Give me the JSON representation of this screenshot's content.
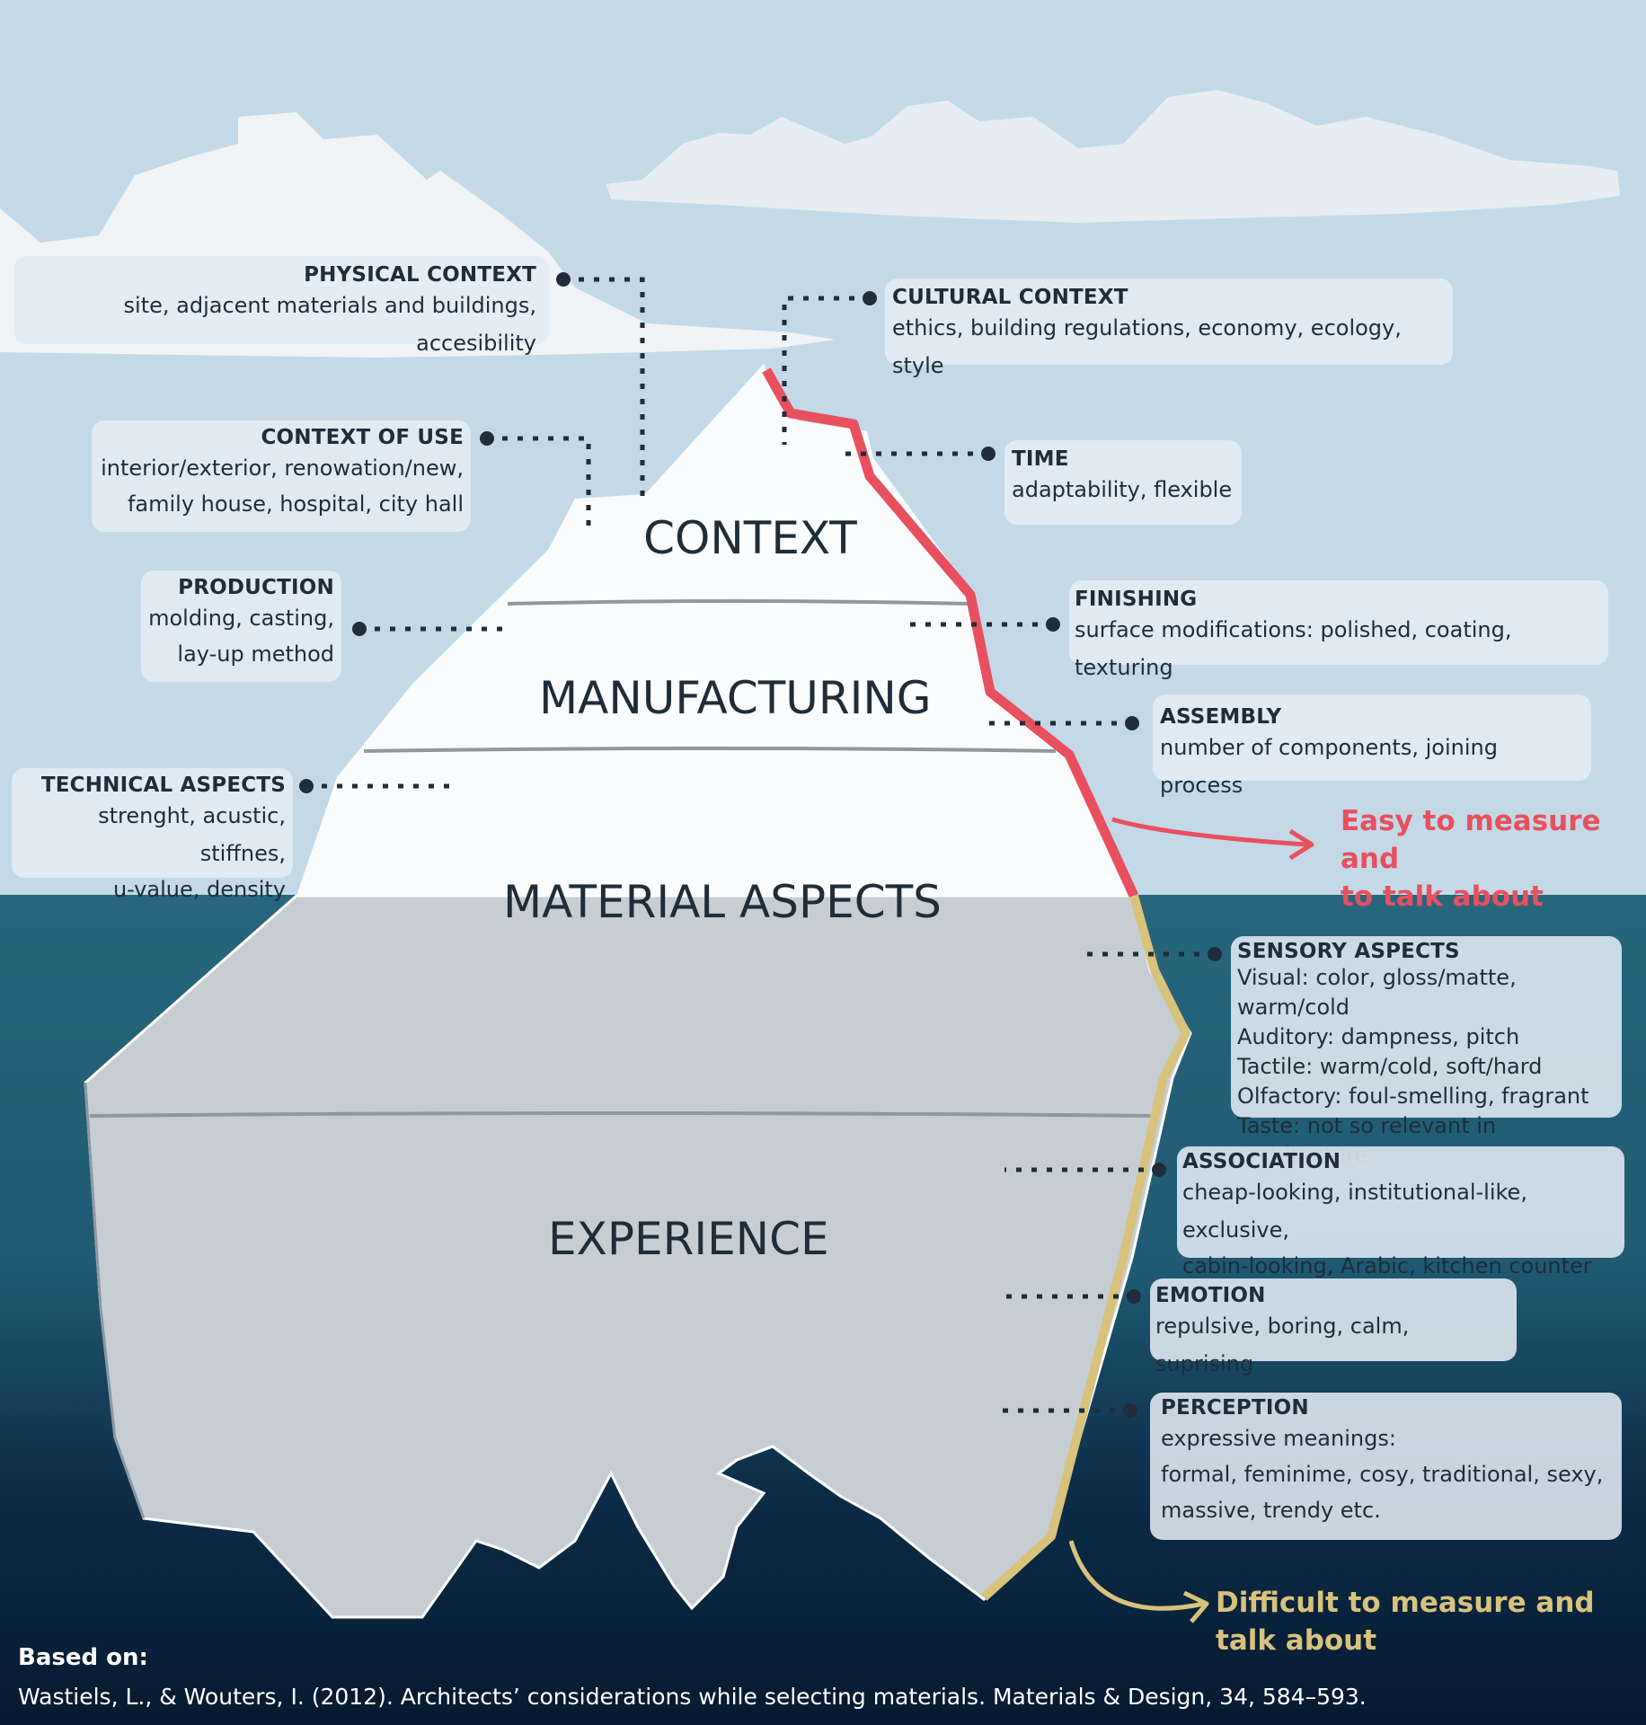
{
  "colors": {
    "sky": "#c3d9e8",
    "water_top": "#27667c",
    "water_deep": "#061a30",
    "ice_above": "#fbfcfd",
    "ice_below": "#c6ced3",
    "easy_line": "#e8505f",
    "difficult_line": "#d8c27c",
    "text_dark": "#1f2d3a"
  },
  "layers": {
    "context": "CONTEXT",
    "manufacturing": "MANUFACTURING",
    "material": "MATERIAL ASPECTS",
    "experience": "EXPERIENCE"
  },
  "labels": {
    "physical_context": {
      "title": "PHYSICAL CONTEXT",
      "desc": "site, adjacent materials and buildings, accesibility"
    },
    "cultural_context": {
      "title": "CULTURAL CONTEXT",
      "desc": "ethics, building regulations, economy, ecology, style"
    },
    "context_of_use": {
      "title": "CONTEXT OF USE",
      "lines": [
        "interior/exterior, renowation/new,",
        "family house, hospital, city hall"
      ]
    },
    "time": {
      "title": "TIME",
      "desc": "adaptability, flexible"
    },
    "production": {
      "title": "PRODUCTION",
      "lines": [
        "molding, casting,",
        "lay-up method"
      ]
    },
    "finishing": {
      "title": "FINISHING",
      "desc": "surface modifications: polished, coating, texturing"
    },
    "assembly": {
      "title": "ASSEMBLY",
      "desc": "number of components, joining process"
    },
    "technical_aspects": {
      "title": "TECHNICAL ASPECTS",
      "lines": [
        "strenght, acustic, stiffnes,",
        "u-value, density"
      ]
    },
    "sensory_aspects": {
      "title": "SENSORY ASPECTS",
      "lines": [
        "Visual: color, gloss/matte, warm/cold",
        "Auditory: dampness, pitch",
        "Tactile: warm/cold, soft/hard",
        "Olfactory: foul-smelling, fragrant",
        "Taste: not so relevant in architecture"
      ]
    },
    "association": {
      "title": "ASSOCIATION",
      "lines": [
        "cheap-looking, institutional-like, exclusive,",
        "cabin-looking, Arabic, kitchen counter"
      ]
    },
    "emotion": {
      "title": "EMOTION",
      "desc": "repulsive, boring, calm, suprising"
    },
    "perception": {
      "title": "PERCEPTION",
      "lines": [
        "expressive meanings:",
        "formal, feminime, cosy, traditional, sexy,",
        "massive, trendy etc."
      ]
    }
  },
  "annotations": {
    "easy": [
      "Easy to measure and",
      "to talk about"
    ],
    "difficult": [
      "Difficult to measure and",
      "talk about"
    ]
  },
  "source": {
    "heading": "Based on:",
    "citation": "Wastiels, L., & Wouters, I. (2012). Architects’ considerations while selecting materials. Materials & Design, 34, 584–593."
  }
}
